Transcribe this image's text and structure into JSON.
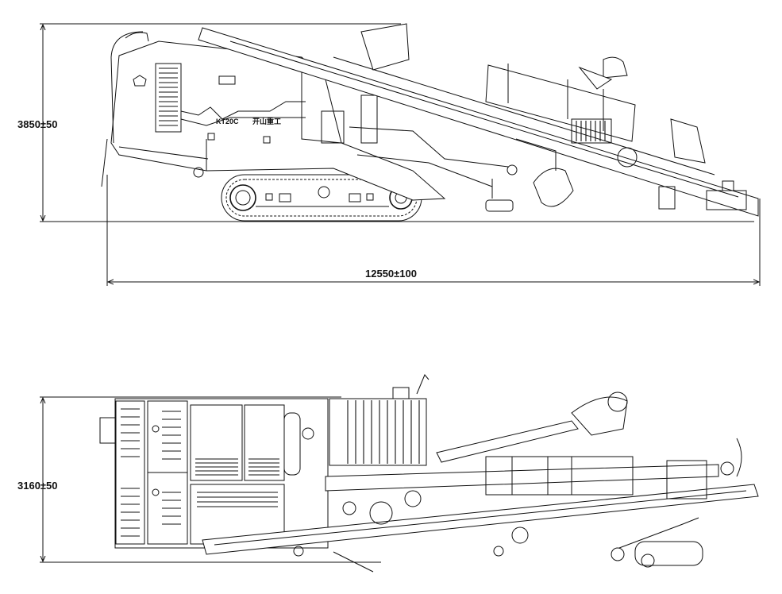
{
  "side_view": {
    "height_dimension": "3850±50",
    "length_dimension": "12550±100",
    "model_text": "KT20C",
    "brand_text": "开山重工"
  },
  "top_view": {
    "width_dimension": "3160±50"
  }
}
